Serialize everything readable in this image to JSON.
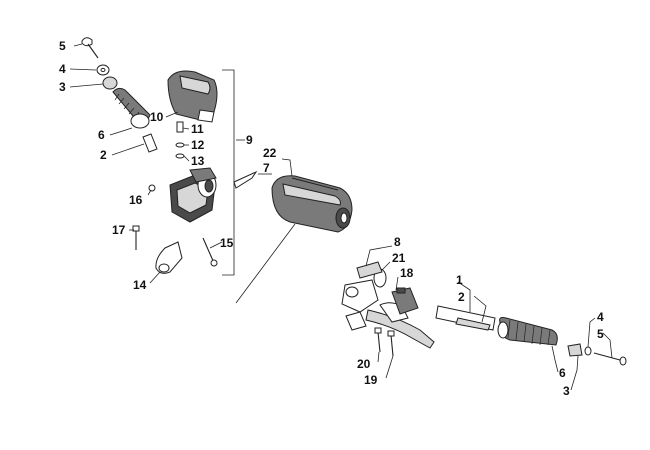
{
  "diagram": {
    "callouts": [
      {
        "id": "c5a",
        "text": "5"
      },
      {
        "id": "c4a",
        "text": "4"
      },
      {
        "id": "c3a",
        "text": "3"
      },
      {
        "id": "c6a",
        "text": "6"
      },
      {
        "id": "c2a",
        "text": "2"
      },
      {
        "id": "c10",
        "text": "10"
      },
      {
        "id": "c11",
        "text": "11"
      },
      {
        "id": "c12",
        "text": "12"
      },
      {
        "id": "c13",
        "text": "13"
      },
      {
        "id": "c9",
        "text": "9"
      },
      {
        "id": "c7",
        "text": "7"
      },
      {
        "id": "c22",
        "text": "22"
      },
      {
        "id": "c16",
        "text": "16"
      },
      {
        "id": "c17",
        "text": "17"
      },
      {
        "id": "c15",
        "text": "15"
      },
      {
        "id": "c14",
        "text": "14"
      },
      {
        "id": "c8",
        "text": "8"
      },
      {
        "id": "c21",
        "text": "21"
      },
      {
        "id": "c18",
        "text": "18"
      },
      {
        "id": "c1",
        "text": "1"
      },
      {
        "id": "c2b",
        "text": "2"
      },
      {
        "id": "c4b",
        "text": "4"
      },
      {
        "id": "c5b",
        "text": "5"
      },
      {
        "id": "c20",
        "text": "20"
      },
      {
        "id": "c19",
        "text": "19"
      },
      {
        "id": "c6b",
        "text": "6"
      },
      {
        "id": "c3b",
        "text": "3"
      }
    ]
  }
}
